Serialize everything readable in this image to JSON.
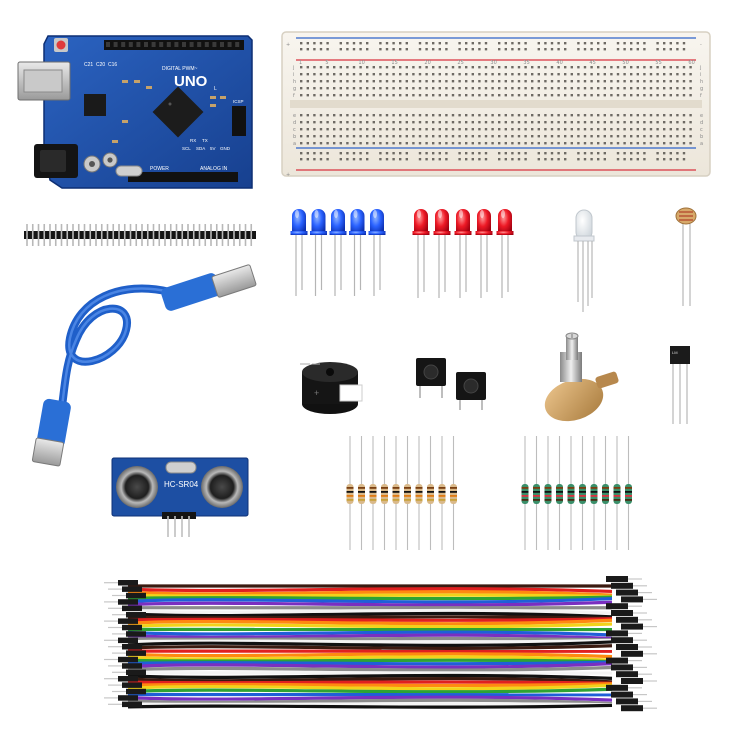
{
  "scene": "electronics-starter-kit",
  "colors": {
    "board_blue": "#1d4fa3",
    "board_blue_dark": "#123a80",
    "breadboard_body": "#f3efe7",
    "rail_red": "#d9333f",
    "rail_blue": "#2f63c9",
    "led_blue": "#1f5bff",
    "led_red": "#e4101f",
    "cable_blue": "#1f5fc9",
    "resistor_beige": "#d9b98a",
    "resistor_green": "#3a8f6a",
    "wire_colors": [
      "#3b1a10",
      "#e02020",
      "#ff8a10",
      "#f2d31a",
      "#2da334",
      "#1f5fd8",
      "#7a2fc0",
      "#8c8c8c",
      "#f4f4f4",
      "#111111"
    ]
  },
  "board": {
    "name": "UNO",
    "header_digital": "DIGITAL PWM~",
    "header_power": "POWER",
    "header_analog": "ANALOG IN",
    "label_tx": "TX",
    "label_rx": "RX",
    "labels_caps": [
      "C21",
      "C20",
      "C16"
    ],
    "label_icsp": "ICSP",
    "label_l": "L",
    "label_bus": [
      "SCL",
      "SDA",
      "5V",
      "GND"
    ]
  },
  "breadboard": {
    "row_letters": [
      "j",
      "i",
      "h",
      "g",
      "f",
      "e",
      "d",
      "c",
      "b",
      "a"
    ],
    "column_numbers": [
      "1",
      "5",
      "10",
      "15",
      "20",
      "25",
      "30",
      "35",
      "40",
      "45",
      "50",
      "55",
      "60"
    ],
    "rail_signs": [
      "+",
      "-"
    ]
  },
  "sensor": {
    "model": "HC-SR04"
  },
  "buzzer": {
    "sign": "+"
  },
  "items": {
    "blue_leds": 5,
    "red_leds": 5,
    "rgb_led": 1,
    "photoresistor": 1,
    "temperature_sensor": 1,
    "push_buttons": 2,
    "potentiometer": 1,
    "beige_resistors": 10,
    "green_resistors": 10,
    "jumper_wire_bundle": 1,
    "pin_header": 1,
    "usb_cable": 1
  }
}
